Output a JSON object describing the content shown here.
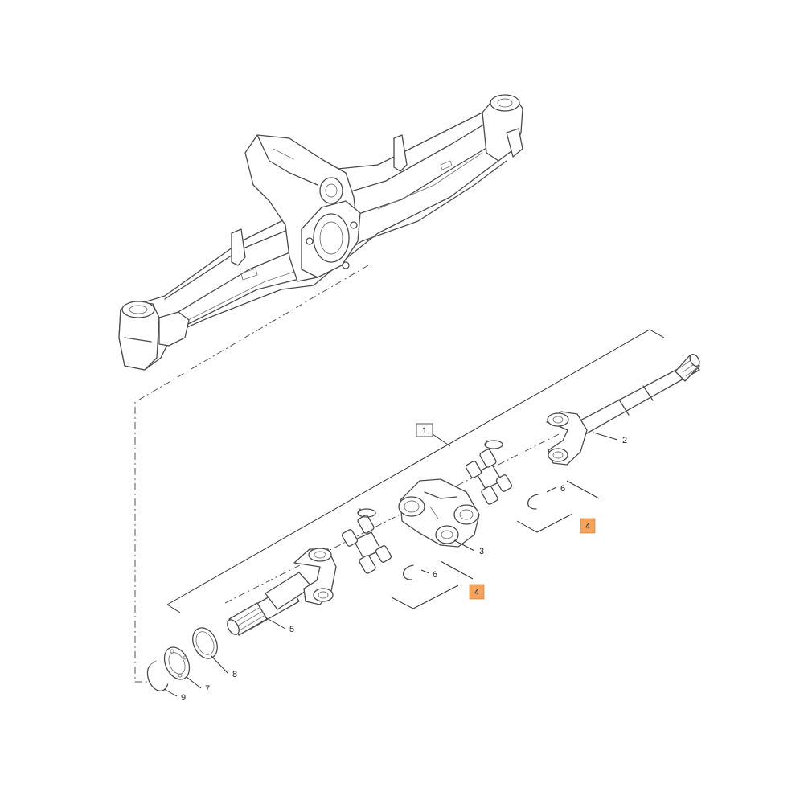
{
  "callouts": {
    "c1": "1",
    "c2": "2",
    "c3": "3",
    "c4a": "4",
    "c4b": "4",
    "c5": "5",
    "c6a": "6",
    "c6b": "6",
    "c7": "7",
    "c8": "8",
    "c9": "9"
  },
  "colors": {
    "highlight": "#f5a35a",
    "line": "#4a4a4a"
  }
}
